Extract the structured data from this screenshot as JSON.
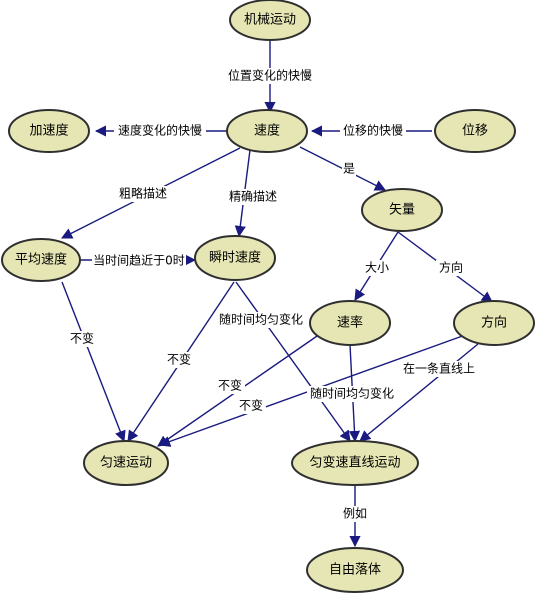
{
  "nodes": {
    "mechanical_motion": "机械运动",
    "acceleration": "加速度",
    "velocity": "速度",
    "displacement": "位移",
    "vector": "矢量",
    "average_velocity": "平均速度",
    "instantaneous_velocity": "瞬时速度",
    "speed_rate": "速率",
    "direction": "方向",
    "uniform_motion": "匀速运动",
    "uniform_variable_linear_motion": "匀变速直线运动",
    "free_fall": "自由落体"
  },
  "edges": {
    "position_change_rate": "位置变化的快慢",
    "velocity_change_rate": "速度变化的快慢",
    "displacement_change_rate": "位移的快慢",
    "is": "是",
    "rough_description": "粗略描述",
    "precise_description": "精确描述",
    "when_time_approaches_zero": "当时间趋近于0时",
    "magnitude": "大小",
    "direction_label": "方向",
    "unchanged_avg": "不变",
    "unchanged_inst": "不变",
    "uniform_change_inst": "随时间均匀变化",
    "unchanged_rate": "不变",
    "uniform_change_rate": "随时间均匀变化",
    "unchanged_dir": "不变",
    "on_straight_line": "在一条直线上",
    "for_example": "例如"
  }
}
